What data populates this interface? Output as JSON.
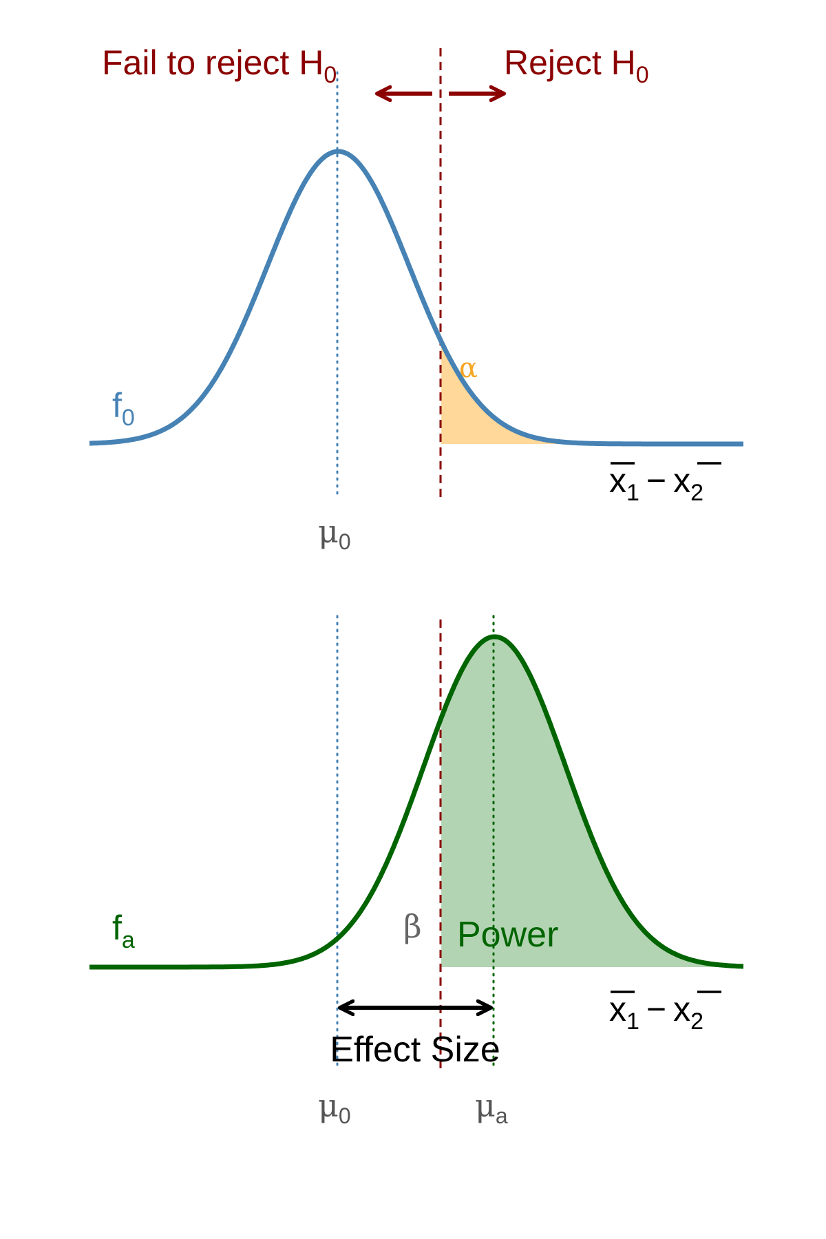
{
  "colors": {
    "null_curve": "#4682b4",
    "alt_curve": "#006400",
    "critical": "#8b0000",
    "alpha_fill": "#ffd89a",
    "power_fill": "#b3d4b3",
    "alpha_text": "#f5a623",
    "gray_text": "#555555",
    "black": "#000000"
  },
  "model": {
    "mu0": 0,
    "mua": 2.2,
    "sd": 1,
    "critical": 1.45,
    "x_range": [
      -3.5,
      5.7
    ]
  },
  "top": {
    "fail_label": "Fail to reject H",
    "fail_sub": "0",
    "reject_label": "Reject H",
    "reject_sub": "0",
    "curve_label": "f",
    "curve_sub": "0",
    "alpha_label": "α",
    "axis_x1": "x",
    "axis_sub1": "1",
    "axis_minus": "−",
    "axis_x2": "x",
    "axis_sub2": "2",
    "mu_label": "μ",
    "mu_sub": "0"
  },
  "bottom": {
    "curve_label": "f",
    "curve_sub": "a",
    "beta_label": "β",
    "power_label": "Power",
    "axis_x1": "x",
    "axis_sub1": "1",
    "axis_minus": "−",
    "axis_x2": "x",
    "axis_sub2": "2",
    "effect_label": "Effect Size",
    "mu0_label": "μ",
    "mu0_sub": "0",
    "mua_label": "μ",
    "mua_sub": "a"
  }
}
